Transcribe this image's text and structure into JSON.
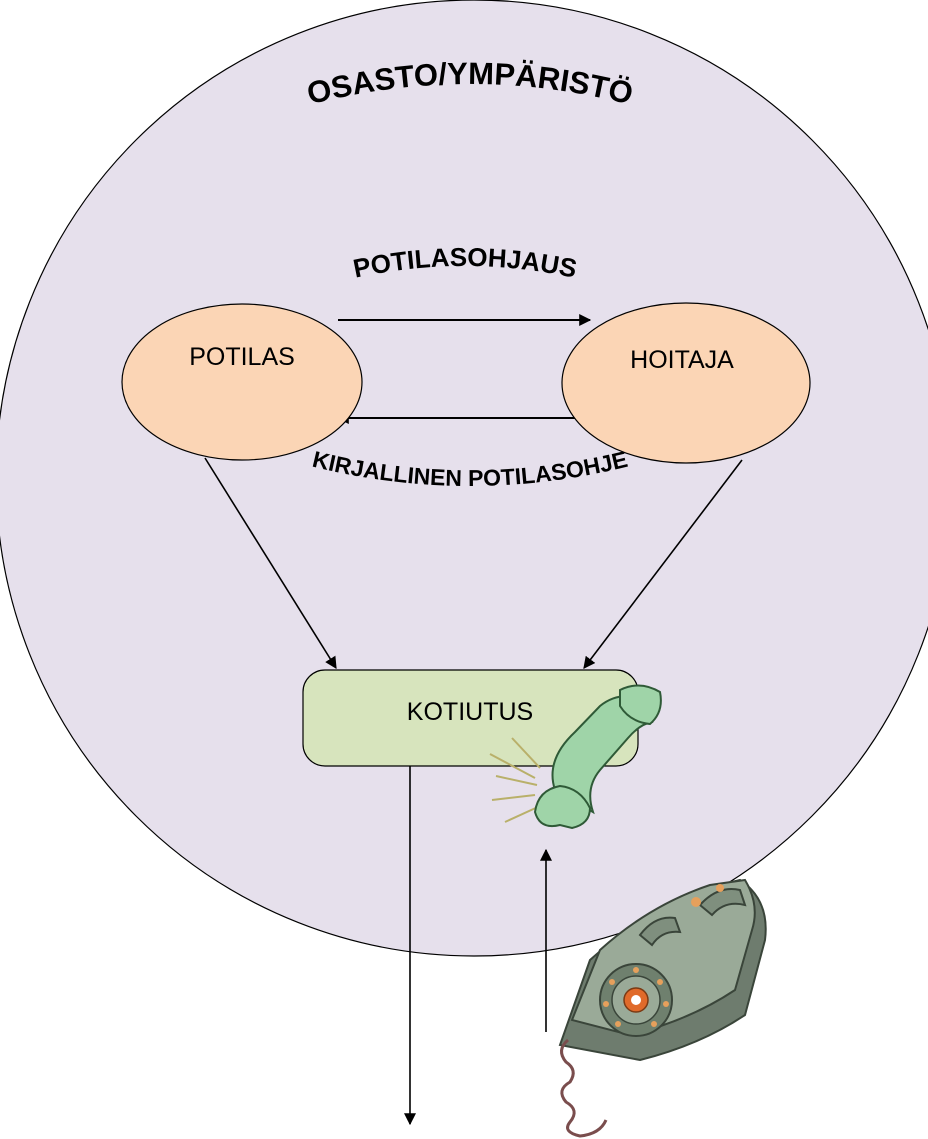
{
  "environment_label": "OSASTO/YMPÄRISTÖ",
  "top_arrow_label": "POTILASOHJAUS",
  "bottom_arrow_label": "KIRJALLINEN POTILASOHJE",
  "nodes": {
    "patient": "POTILAS",
    "nurse": "HOITAJA",
    "discharge": "KOTIUTUS"
  },
  "phone_icon": "telephone-icon",
  "colors": {
    "environment_fill": "#e6e0ec",
    "node_fill": "#fbd5b5",
    "discharge_fill": "#d7e4bd",
    "phone_body": "#8a9a8a",
    "phone_receiver": "#9fd4a8",
    "phone_dial_center": "#e06a2a"
  }
}
